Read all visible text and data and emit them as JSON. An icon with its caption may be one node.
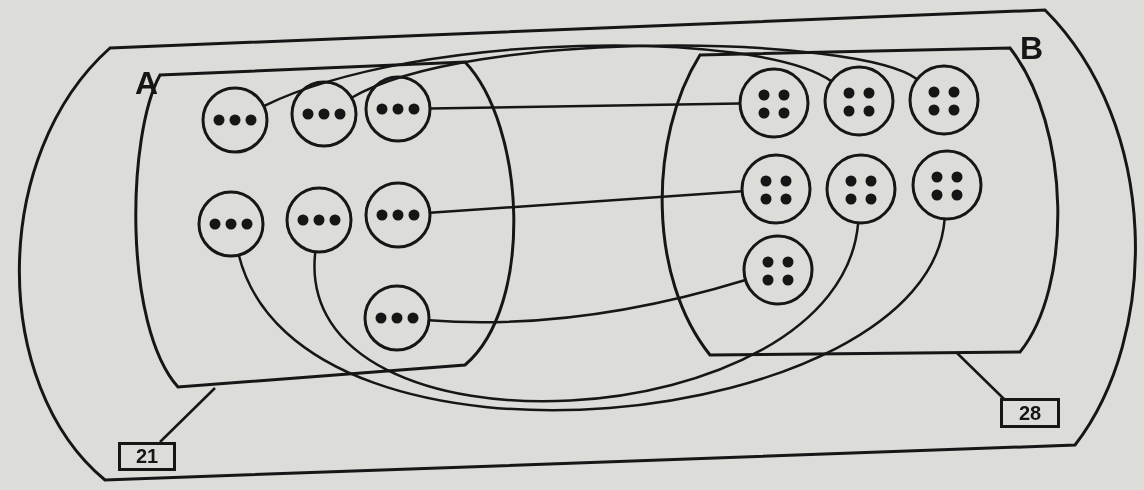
{
  "diagram": {
    "nodes": [
      {
        "text": [],
        "shape": "box"
      },
      {
        "text": [
          "A"
        ],
        "in": 0
      },
      {
        "text": [],
        "shape": "circle",
        "in": 1
      },
      {
        "text": [],
        "shape": "circle",
        "in": 1
      },
      {
        "text": [],
        "shape": "circle",
        "in": 1
      },
      {
        "text": [],
        "shape": "circle",
        "in": 1
      },
      {
        "text": [],
        "shape": "circle",
        "in": 1
      },
      {
        "text": [],
        "shape": "circle",
        "in": 1
      },
      {
        "text": [],
        "shape": "circle",
        "in": 1
      },
      {
        "text": [
          "B"
        ],
        "in": 0
      },
      {
        "text": [],
        "shape": "circle",
        "in": 9
      },
      {
        "text": [],
        "shape": "circle",
        "in": 9
      },
      {
        "text": [],
        "shape": "circle",
        "in": 9
      },
      {
        "text": [],
        "shape": "circle",
        "in": 9
      },
      {
        "text": [],
        "shape": "circle",
        "in": 9
      },
      {
        "text": [],
        "shape": "circle",
        "in": 9
      },
      {
        "text": [],
        "shape": "circle",
        "in": 9
      },
      {
        "text": [
          "21"
        ],
        "in": 0
      },
      {
        "text": [
          "28"
        ],
        "in": 0
      }
    ],
    "edges": [
      {
        "from": 2,
        "to": 11,
        "arrow": "none"
      },
      {
        "from": 3,
        "to": 12,
        "arrow": "none"
      },
      {
        "from": 4,
        "to": 10,
        "arrow": "none"
      },
      {
        "from": 7,
        "to": 13,
        "arrow": "none"
      },
      {
        "from": 8,
        "to": 16,
        "arrow": "none"
      },
      {
        "from": 5,
        "to": 15,
        "arrow": "none"
      },
      {
        "from": 6,
        "to": 14,
        "arrow": "none"
      },
      {
        "from": 17,
        "to": 1,
        "arrow": "none"
      },
      {
        "from": 18,
        "to": 9,
        "arrow": "none"
      }
    ]
  }
}
